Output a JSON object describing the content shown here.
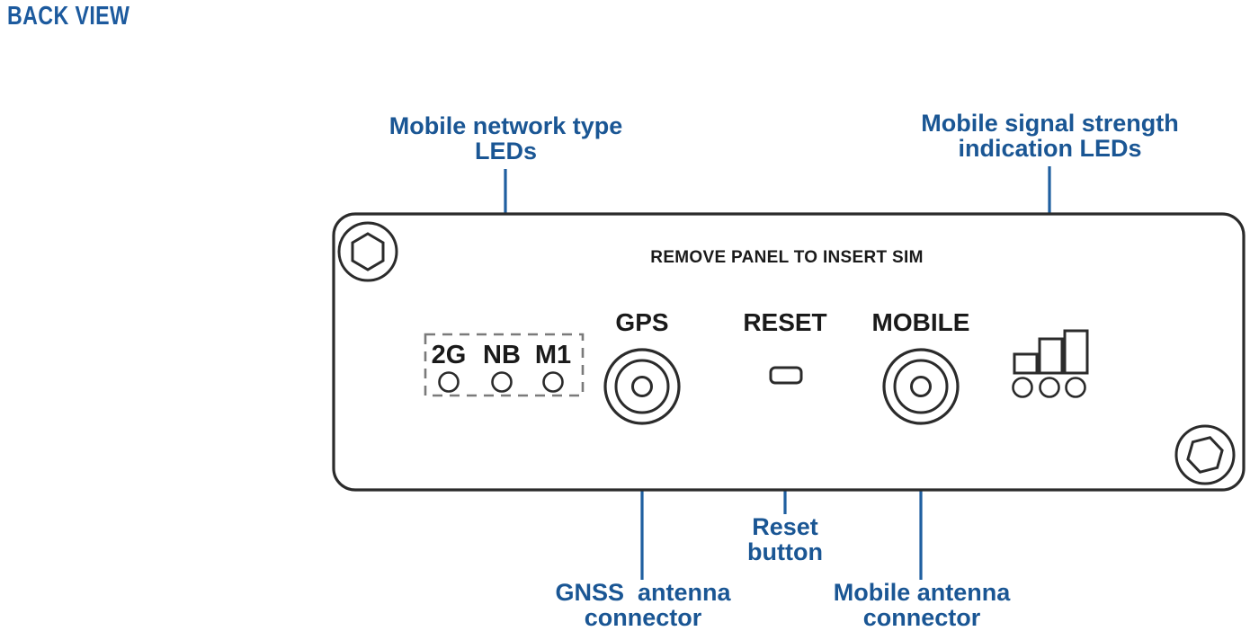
{
  "page": {
    "title": "BACK VIEW",
    "background_color": "#ffffff"
  },
  "colors": {
    "callout_blue": "#1a5694",
    "title_blue": "#1c5a9e",
    "leader_line": "#1f5fa0",
    "panel_outline": "#2b2b2b",
    "panel_text": "#1a1a1a",
    "dashed_box": "#7a7a7a"
  },
  "device_panel": {
    "name": "router-back-panel",
    "sim_note": "REMOVE PANEL TO INSERT SIM",
    "screws": [
      {
        "name": "hex-screw-top-left",
        "position": "top-left"
      },
      {
        "name": "hex-screw-bottom-right",
        "position": "bottom-right"
      }
    ],
    "network_type_leds": {
      "labels": [
        "2G",
        "NB",
        "M1"
      ],
      "led_count": 3,
      "boxed": true
    },
    "ports": [
      {
        "name": "gps-connector",
        "label": "GPS",
        "type": "sma-connector"
      },
      {
        "name": "reset-button",
        "label": "RESET",
        "type": "recessed-button"
      },
      {
        "name": "mobile-connector",
        "label": "MOBILE",
        "type": "sma-connector"
      }
    ],
    "signal_strength_leds": {
      "bars": 3,
      "led_count": 3
    }
  },
  "callouts": [
    {
      "name": "callout-mobile-network-type-leds",
      "lines": [
        "Mobile network type",
        "LEDs"
      ],
      "text": "Mobile network type\nLEDs",
      "anchor": "above"
    },
    {
      "name": "callout-mobile-signal-strength-leds",
      "lines": [
        "Mobile signal strength",
        "indication LEDs"
      ],
      "text": "Mobile signal strength\nindication LEDs",
      "anchor": "above"
    },
    {
      "name": "callout-gnss-antenna-connector",
      "lines": [
        "GNSS  antenna",
        "connector"
      ],
      "text": "GNSS  antenna\nconnector",
      "anchor": "below"
    },
    {
      "name": "callout-reset-button",
      "lines": [
        "Reset",
        "button"
      ],
      "text": "Reset\nbutton",
      "anchor": "below"
    },
    {
      "name": "callout-mobile-antenna-connector",
      "lines": [
        "Mobile antenna",
        "connector"
      ],
      "text": "Mobile antenna\nconnector",
      "anchor": "below"
    }
  ]
}
